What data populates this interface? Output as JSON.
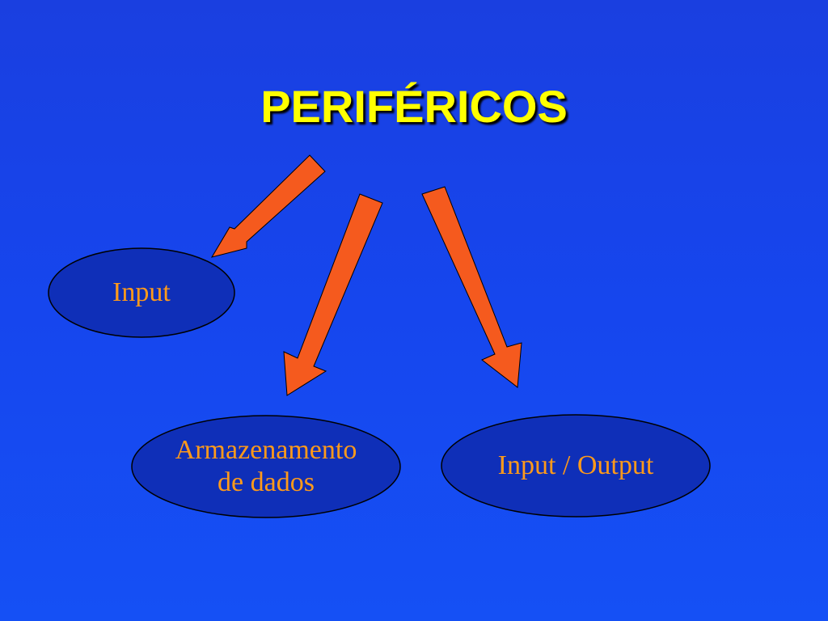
{
  "slide": {
    "title": "PERIFÉRICOS",
    "nodes": [
      {
        "id": "input",
        "label": "Input"
      },
      {
        "id": "storage",
        "label": "Armazenamento\nde dados"
      },
      {
        "id": "io",
        "label": "Input / Output"
      }
    ]
  },
  "colors": {
    "background": "#1646ee",
    "title": "#ffff00",
    "node_fill": "#0f2fb8",
    "node_text": "#ff9a1a",
    "arrow": "#f55a1e"
  }
}
